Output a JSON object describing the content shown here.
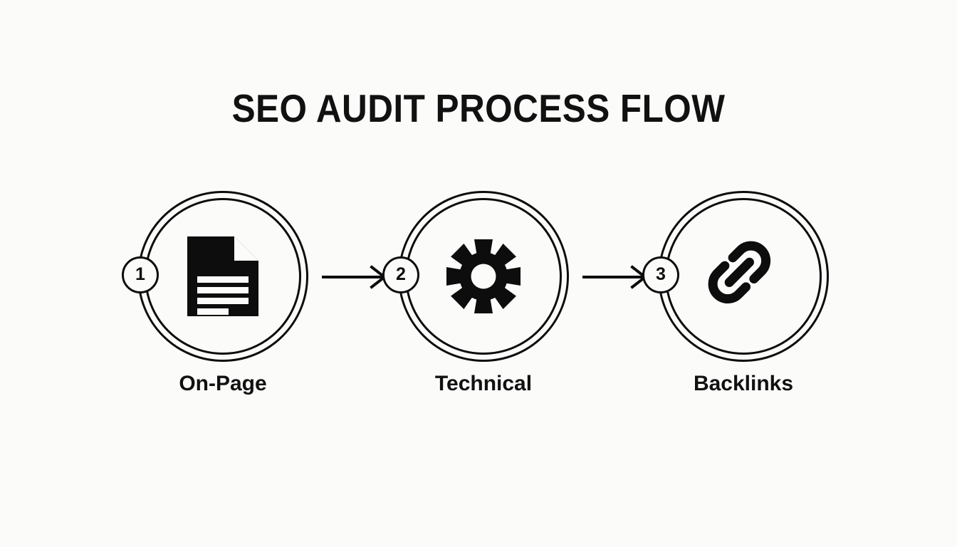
{
  "page": {
    "title": "SEO AUDIT PROCESS FLOW",
    "background_color": "#fbfbfa",
    "foreground_color": "#0d0d0d"
  },
  "flow": {
    "steps": [
      {
        "number": "1",
        "label": "On-Page",
        "icon": "document-icon"
      },
      {
        "number": "2",
        "label": "Technical",
        "icon": "gear-icon"
      },
      {
        "number": "3",
        "label": "Backlinks",
        "icon": "link-icon"
      }
    ],
    "connectors": [
      {
        "icon": "arrow-right-icon",
        "from": "1",
        "to": "2"
      },
      {
        "icon": "arrow-right-icon",
        "from": "2",
        "to": "3"
      }
    ]
  }
}
